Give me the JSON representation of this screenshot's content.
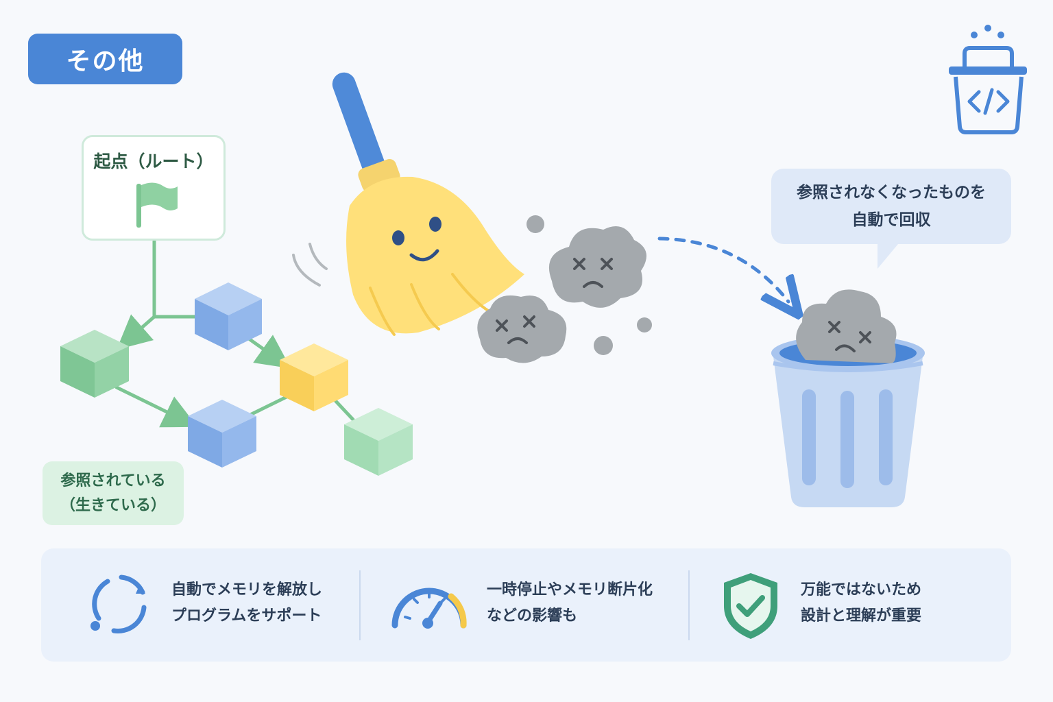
{
  "category": {
    "label": "その他"
  },
  "root_node": {
    "label": "起点（ルート）"
  },
  "alive_label": {
    "line1": "参照されている",
    "line2": "（生きている）"
  },
  "speech_bubble": {
    "line1": "参照されなくなったものを",
    "line2": "自動で回収"
  },
  "info_items": [
    {
      "icon": "refresh-cycle-icon",
      "line1": "自動でメモリを解放し",
      "line2": "プログラムをサポート"
    },
    {
      "icon": "speedometer-icon",
      "line1": "一時停止やメモリ断片化",
      "line2": "などの影響も"
    },
    {
      "icon": "shield-check-icon",
      "line1": "万能ではないため",
      "line2": "設計と理解が重要"
    }
  ],
  "colors": {
    "accent_blue": "#4a86d6",
    "live_green": "#8fd1a2",
    "live_blue": "#8fb6ea",
    "live_yellow": "#ffd96a",
    "garbage_gray": "#a4a9ad",
    "panel_bg": "#eaf1fb"
  }
}
